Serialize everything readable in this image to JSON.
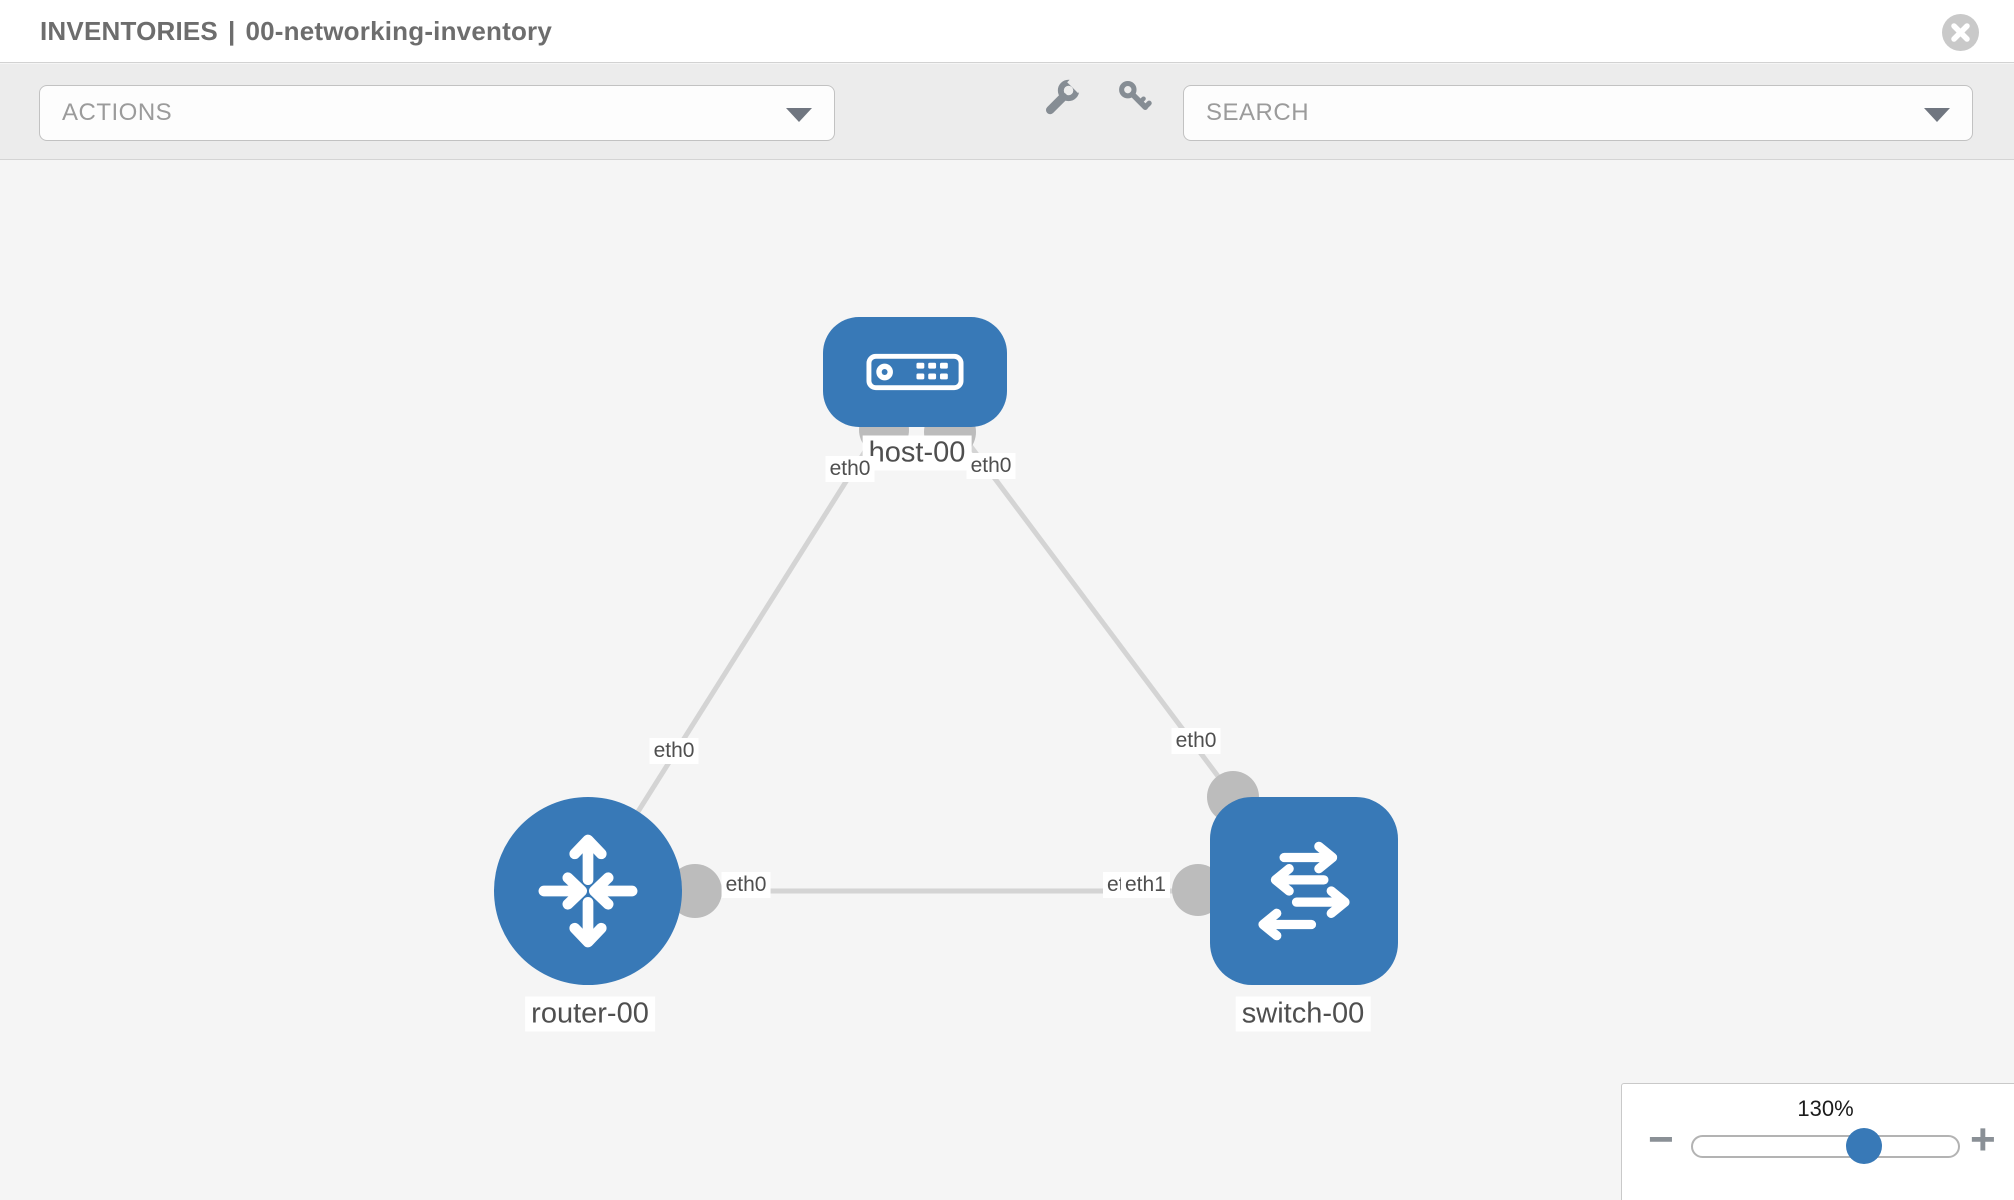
{
  "header": {
    "title": {
      "section": "INVENTORIES",
      "separator": "|",
      "item": "00-networking-inventory"
    },
    "close_icon": "x-circle"
  },
  "toolbar": {
    "actions_dropdown": {
      "placeholder": "ACTIONS"
    },
    "search_dropdown": {
      "placeholder": "SEARCH"
    },
    "icons": [
      "wrench-icon",
      "key-icon"
    ]
  },
  "topology": {
    "nodes": [
      {
        "label": "host-00",
        "type": "host",
        "icon": "host-icon"
      },
      {
        "label": "router-00",
        "type": "router",
        "icon": "router-icon"
      },
      {
        "label": "switch-00",
        "type": "switch",
        "icon": "switch-icon"
      }
    ],
    "links": [
      {
        "from": "host-00",
        "to": "router-00"
      },
      {
        "from": "host-00",
        "to": "switch-00"
      },
      {
        "from": "router-00",
        "to": "switch-00"
      }
    ],
    "interface_labels": {
      "host_left": "eth0",
      "host_right": "eth0",
      "router_top": "eth0",
      "switch_top": "eth0",
      "router_right": "eth0",
      "switch_left_back": "eth0",
      "switch_left_front": "eth1"
    }
  },
  "zoom_control": {
    "level": "130%",
    "minus_label": "−",
    "plus_label": "+"
  },
  "colors": {
    "node_blue": "#3879b7",
    "link_gray": "#d4d4d4",
    "dot_gray": "#bcbcbc",
    "toolbar_bg": "#ececec",
    "canvas_bg": "#f5f5f5",
    "title_gray": "#6d6d6d"
  }
}
